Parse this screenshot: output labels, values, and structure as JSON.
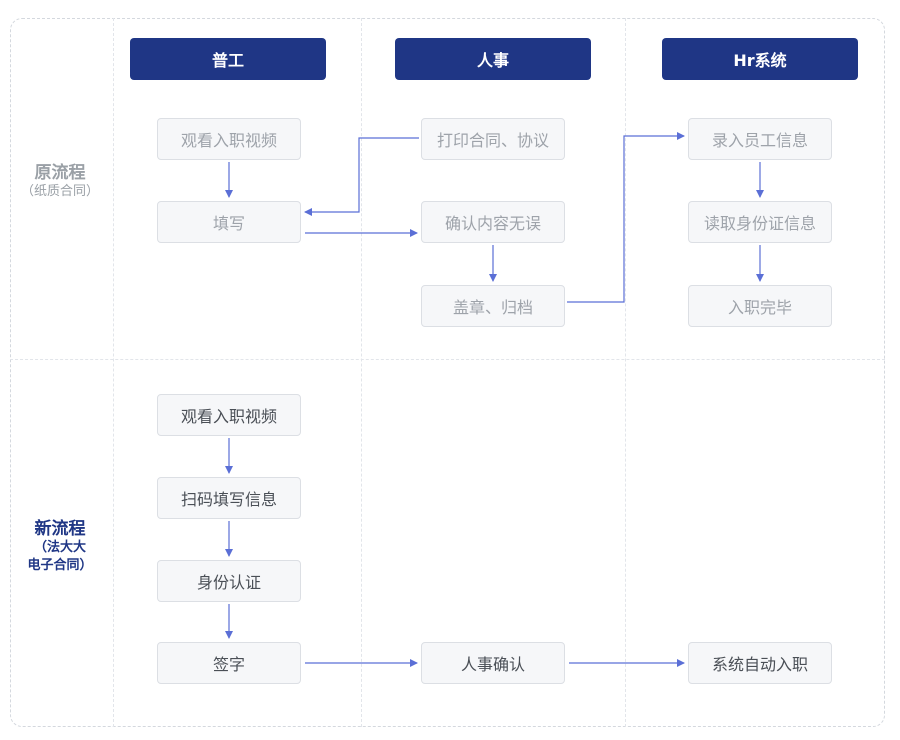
{
  "colors": {
    "header_bg": "#1f3685",
    "arrow": "#5b6fd6",
    "old_label": "#9aa0a6",
    "new_label": "#1f3685"
  },
  "columns": {
    "col1": "普工",
    "col2": "人事",
    "col3": "Hr系统"
  },
  "rows": {
    "old": {
      "title": "原流程",
      "subtitle": "（纸质合同）"
    },
    "new": {
      "title": "新流程",
      "subtitle_line1": "（法大大",
      "subtitle_line2": "电子合同）"
    }
  },
  "nodes": {
    "old_watch_video": "观看入职视频",
    "old_fill": "填写",
    "old_print": "打印合同、协议",
    "old_confirm": "确认内容无误",
    "old_stamp": "盖章、归档",
    "old_enter_info": "录入员工信息",
    "old_read_id": "读取身份证信息",
    "old_done": "入职完毕",
    "new_watch_video": "观看入职视频",
    "new_scan_fill": "扫码填写信息",
    "new_id_verify": "身份认证",
    "new_sign": "签字",
    "new_hr_confirm": "人事确认",
    "new_auto_onboard": "系统自动入职"
  }
}
